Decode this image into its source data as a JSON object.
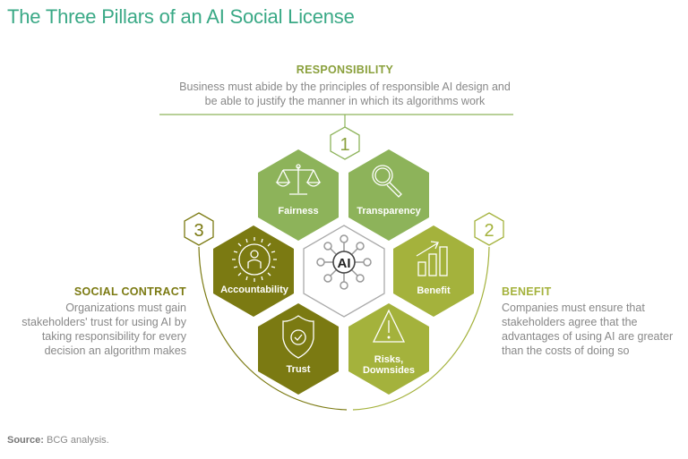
{
  "title": "The Three Pillars of an AI Social License",
  "pillars": {
    "responsibility": {
      "number": "1",
      "heading": "RESPONSIBILITY",
      "lines": [
        "Business must abide by the principles of responsible AI design and",
        "be able to justify the manner in which its algorithms work"
      ]
    },
    "benefit": {
      "number": "2",
      "heading": "BENEFIT",
      "lines": [
        "Companies must ensure that",
        "stakeholders agree that the",
        "advantages of using AI are greater",
        "than the costs of doing so"
      ]
    },
    "social_contract": {
      "number": "3",
      "heading": "SOCIAL CONTRACT",
      "lines": [
        "Organizations must gain",
        "stakeholders' trust for using AI by",
        "taking responsibility for every",
        "decision an algorithm makes"
      ]
    }
  },
  "hexagons": {
    "center": "AI",
    "fairness": "Fairness",
    "transparency": "Transparency",
    "accountability": "Accountability",
    "benefit": "Benefit",
    "trust": "Trust",
    "risks_line1": "Risks,",
    "risks_line2": "Downsides"
  },
  "colors": {
    "responsibility": "#8db35a",
    "benefit": "#a4b23c",
    "social_contract": "#7b7a12",
    "title": "#3aa986"
  },
  "source": {
    "label": "Source:",
    "text": "BCG analysis."
  }
}
